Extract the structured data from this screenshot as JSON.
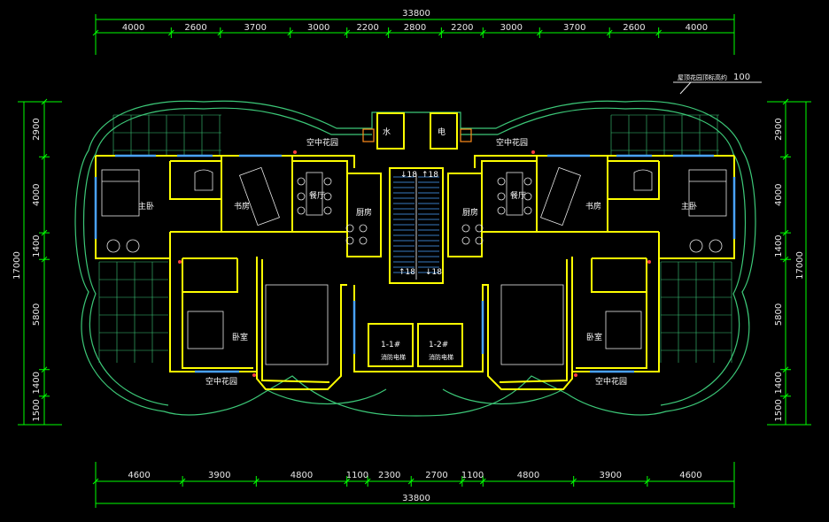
{
  "dimensions": {
    "top_total": "33800",
    "top_segments": [
      "4000",
      "2600",
      "3700",
      "3000",
      "2200",
      "2800",
      "2200",
      "3000",
      "3700",
      "2600",
      "4000"
    ],
    "bottom_total": "33800",
    "bottom_segments": [
      "4600",
      "3900",
      "4800",
      "1100",
      "2300",
      "2700",
      "1100",
      "4800",
      "3900",
      "4600"
    ],
    "left_total": "17000",
    "left_segments": [
      "2900",
      "4000",
      "1400",
      "5800",
      "1400",
      "1500"
    ],
    "right_total": "17000",
    "right_segments": [
      "2900",
      "4000",
      "1400",
      "5800",
      "1400",
      "1500"
    ]
  },
  "annotation": {
    "level_note": "屋顶花园顶标高约",
    "level_value": "100"
  },
  "rooms": {
    "sky_garden": "空中花园",
    "master_bedroom": "主卧",
    "study": "书房",
    "dining": "餐厅",
    "kitchen": "厨房",
    "bedroom": "卧室"
  },
  "core": {
    "water": "水",
    "electric": "电",
    "stair_step_top_left": "18",
    "stair_step_top_right": "18",
    "stair_step_bottom_left": "18",
    "stair_step_bottom_right": "18",
    "elevator_1": "1-1#",
    "elevator_2": "1-2#",
    "elevator_sub": "消防电梯"
  },
  "colors": {
    "background": "#000000",
    "dimension": "#00ff00",
    "walls": "#ffff00",
    "outline": "#3cc878",
    "windows": "#4aa3ff",
    "text": "#ffffff"
  }
}
